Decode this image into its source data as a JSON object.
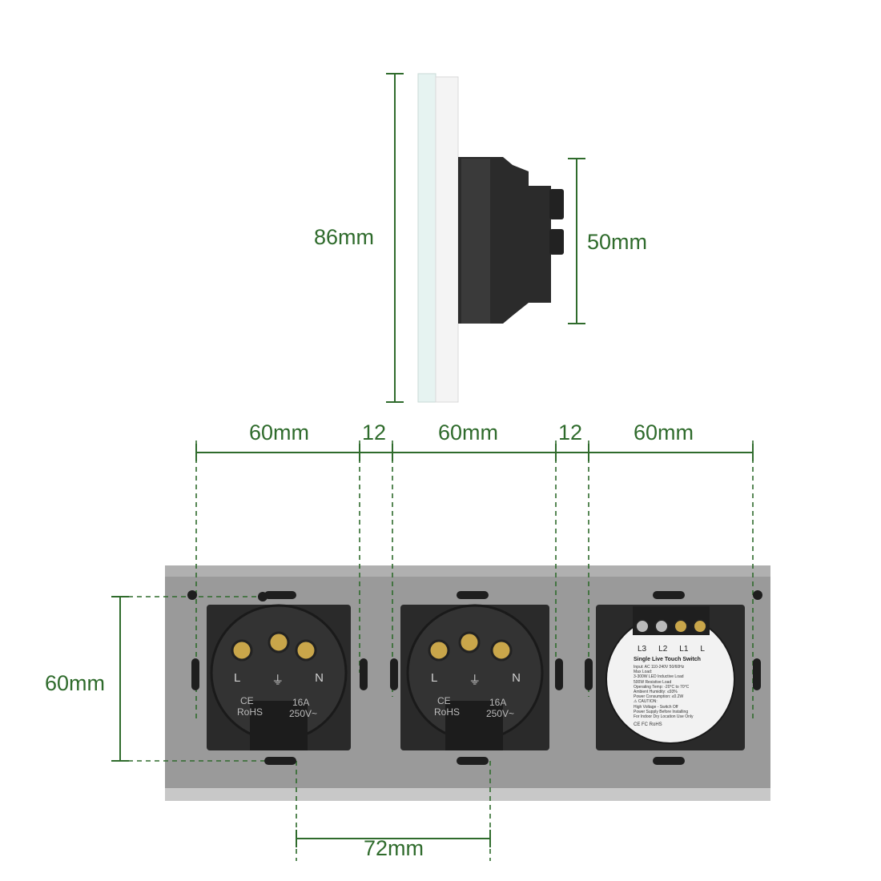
{
  "side_view": {
    "height_label": "86mm",
    "depth_label": "50mm"
  },
  "front_view": {
    "width_labels": [
      "60mm",
      "12",
      "60mm",
      "12",
      "60mm"
    ],
    "height_label": "60mm",
    "pitch_label": "72mm"
  },
  "socket_module": {
    "terminals": [
      "L",
      "⏚",
      "N"
    ],
    "ce_mark": "CE",
    "rohs": "RoHS",
    "rating": "16A",
    "voltage": "250V~"
  },
  "switch_module": {
    "terminals": [
      "L3",
      "L2",
      "L1",
      "L"
    ],
    "title": "Single Live Touch Switch",
    "specs": [
      "Input: AC 110-240V 50/60Hz",
      "Max Load:",
      "3-300W LED Inductive Load",
      "500W Resistive Load",
      "Operating Temp: -20°C to 70°C",
      "Ambient Humidity: ≤93%",
      "Power Consumption: ≤0.2W",
      "⚠ CAUTION:",
      "High Voltage - Switch Off",
      "Power Supply Before Installing",
      "For Indoor Dry Location Use Only"
    ],
    "cert_marks": "CE FC RoHS"
  },
  "colors": {
    "dimension": "#2f6b2c",
    "plate": "#909090",
    "module": "#2a2a2a"
  }
}
